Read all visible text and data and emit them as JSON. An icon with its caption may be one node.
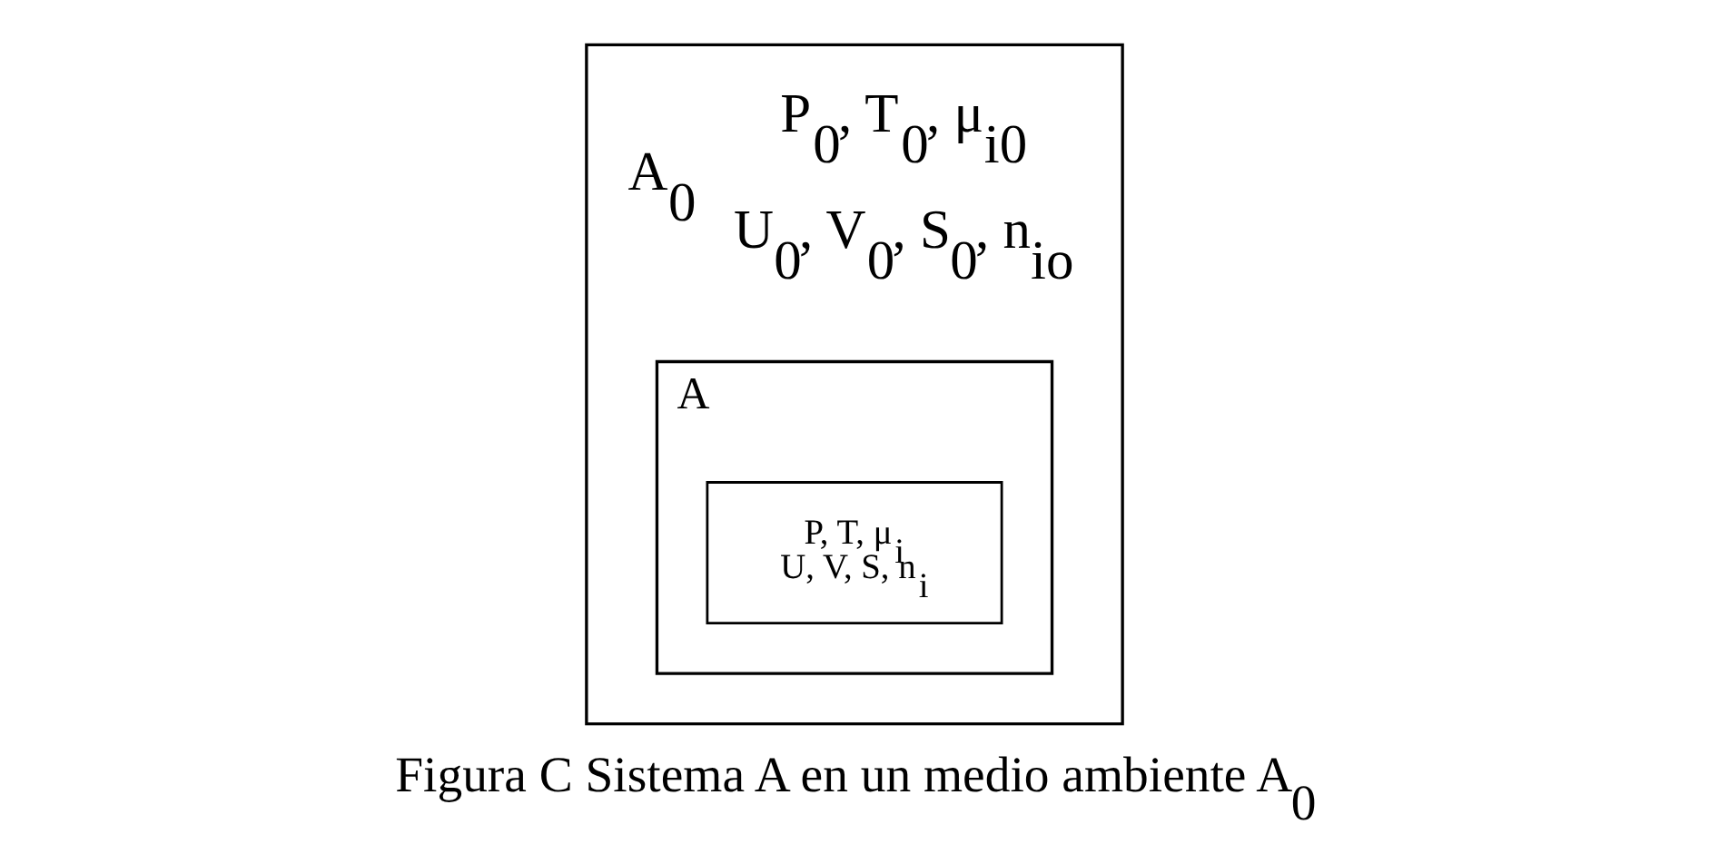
{
  "diagram": {
    "caption": "Figura C Sistema A en un medio ambiente A$_{0}$",
    "nodes": [
      {
        "text": [
          "A$_{0}$",
          "P$_{0}$, T$_{0}$, μ$_{i0}$",
          "U$_{0}$, V$_{0}$, S$_{0}$, n$_{io}$"
        ]
      },
      {
        "text": [
          "A"
        ],
        "in": 0
      },
      {
        "text": [
          "P, T, μ$_{i}$",
          "U, V, S, n$_{i}$"
        ],
        "in": 1
      }
    ],
    "edges": []
  }
}
